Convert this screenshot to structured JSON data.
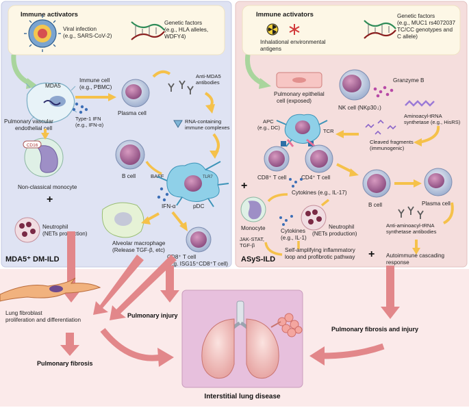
{
  "left_panel": {
    "activators_title": "Immune activators",
    "viral_infection": [
      "Viral infection",
      "(e.g., SARS-CoV-2)"
    ],
    "genetic_factors": [
      "Genetic factors",
      "(e.g., HLA alleles,",
      "WDFY4)"
    ],
    "mda5": "MDA5",
    "immune_cell": [
      "Immune cell",
      "(e.g., PBMC)"
    ],
    "pulmonary_vascular": [
      "Pulmonary vascular",
      "endothelial cell"
    ],
    "type1_ifn": [
      "Type-1 IFN",
      "(e.g., IFN-α)"
    ],
    "plasma_cell": "Plasma cell",
    "anti_mda5": [
      "Anti-MDA5",
      "antibodies"
    ],
    "rna_complexes": [
      "RNA-containing",
      "immune complexes"
    ],
    "cd16_tag": "CD16",
    "non_classical_monocyte": "Non-classical monocyte",
    "b_cell": "B cell",
    "baff": "BAFF",
    "tlr7": "TLR7",
    "pdc": "pDC",
    "ifn_alpha": "IFN-α",
    "plus": "+",
    "neutrophil": [
      "Neutrophil",
      "(NETs production)"
    ],
    "alveolar_macrophage": [
      "Alveolar macrophage",
      "(Release TGF-β, etc)"
    ],
    "cd8_t_cell": [
      "CD8⁺ T cell",
      "(e.g. ISG15⁺CD8⁺T cell)"
    ],
    "title": "MDA5⁺ DM-ILD"
  },
  "right_panel": {
    "activators_title": "Immune activators",
    "inhalational": [
      "Inhalational environmental",
      "antigens"
    ],
    "genetic_factors": [
      "Genetic factors",
      "(e.g., MUC1 rs4072037",
      "TC/CC genotypes and",
      "C allele)"
    ],
    "pulmonary_epithelial": [
      "Pulmonary epithelial",
      "cell (exposed)"
    ],
    "granzyme_b": "Granzyme B",
    "nk_cell": "NK cell (NKp30↓)",
    "aminoacyl_trna": [
      "Aminoacyl-tRNA",
      "synthetase (e.g., HisRS)"
    ],
    "apc": [
      "APC",
      "(e.g., DC)"
    ],
    "tcr": "TCR",
    "cleaved_fragments": [
      "Cleaved fragments",
      "(immunogenic)"
    ],
    "cd8_t_cell": "CD8⁺ T cell",
    "cd4_t_cell": "CD4⁺ T cell",
    "cytokines_il17": "Cytokines (e.g., IL-17)",
    "plus1": "+",
    "monocyte": "Monocyte",
    "b_cell": "B cell",
    "plasma_cell": "Plasma cell",
    "cytokines_il1": [
      "Cytokines",
      "(e.g., IL-1)"
    ],
    "neutrophil": [
      "Neutrophil",
      "(NETs production)"
    ],
    "anti_aminoacyl": [
      "Anti-aminoacyl-tRNA",
      "synthetase antibodies"
    ],
    "jak_stat": [
      "JAK-STAT,",
      "TGF-β"
    ],
    "self_amplifying": [
      "Self-amplifying inflammatory",
      "loop and profibrotic pathway"
    ],
    "plus2": "+",
    "autoimmune": [
      "Autoimmune cascading",
      "response"
    ],
    "title": "ASyS-ILD"
  },
  "bottom": {
    "fibroblast": [
      "Lung fibroblast",
      "proliferation and differentiation"
    ],
    "pulmonary_fibrosis": "Pulmonary fibrosis",
    "pulmonary_injury": "Pulmonary injury",
    "fibrosis_and_injury": "Pulmonary fibrosis and injury",
    "ild": "Interstitial lung disease"
  },
  "colors": {
    "left_bg": "#dfe3f3",
    "right_bg": "#f5dedd",
    "activator_bg": "#fdf7e6",
    "bottom_bg": "#fbeaea",
    "ild_box": "#e7c0dd",
    "yellow_arrow": "#f5c14a",
    "red_arrow": "#e2878a"
  }
}
